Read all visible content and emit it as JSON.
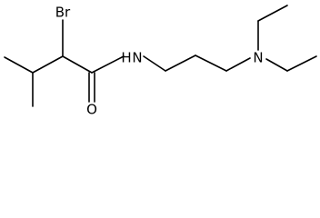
{
  "molecule": {
    "atoms": {
      "br": "Br",
      "n_amide": "N",
      "h_amide": "H",
      "n_amine": "N",
      "o": "O"
    }
  }
}
